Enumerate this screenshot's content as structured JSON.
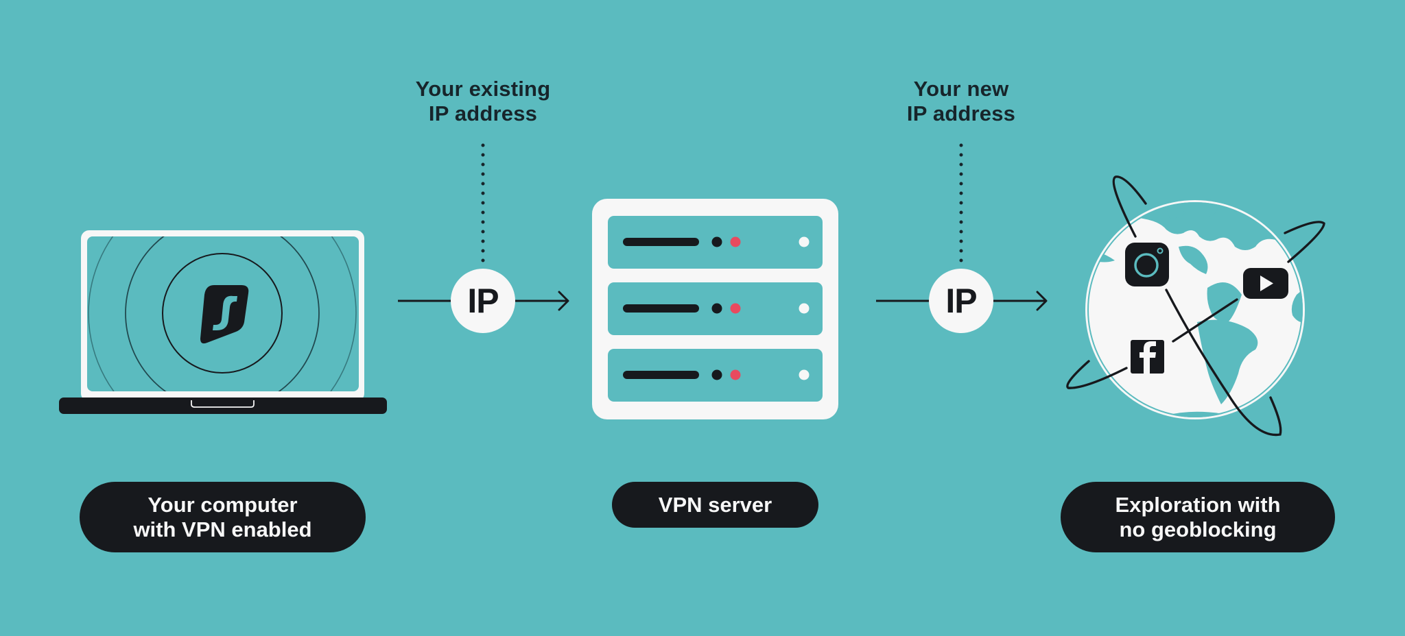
{
  "colors": {
    "background": "#5bbbbf",
    "dark": "#17191d",
    "light": "#f7f7f7",
    "accent_red": "#e84a5f",
    "heading_text": "#17252b"
  },
  "headings": {
    "existing_ip": [
      "Your existing",
      "IP address"
    ],
    "new_ip": [
      "Your new",
      "IP address"
    ]
  },
  "ip_badges": {
    "first": "IP",
    "second": "IP"
  },
  "labels": {
    "computer": [
      "Your computer",
      "with VPN enabled"
    ],
    "server": [
      "VPN server"
    ],
    "exploration": [
      "Exploration with",
      "no geoblocking"
    ]
  },
  "icons": {
    "laptop": "laptop-icon",
    "vpn_logo": "surfshark-logo-icon",
    "server": "server-rack-icon",
    "globe": "globe-icon",
    "social": [
      "instagram-icon",
      "youtube-icon",
      "facebook-icon"
    ]
  },
  "server": {
    "units": 3
  }
}
